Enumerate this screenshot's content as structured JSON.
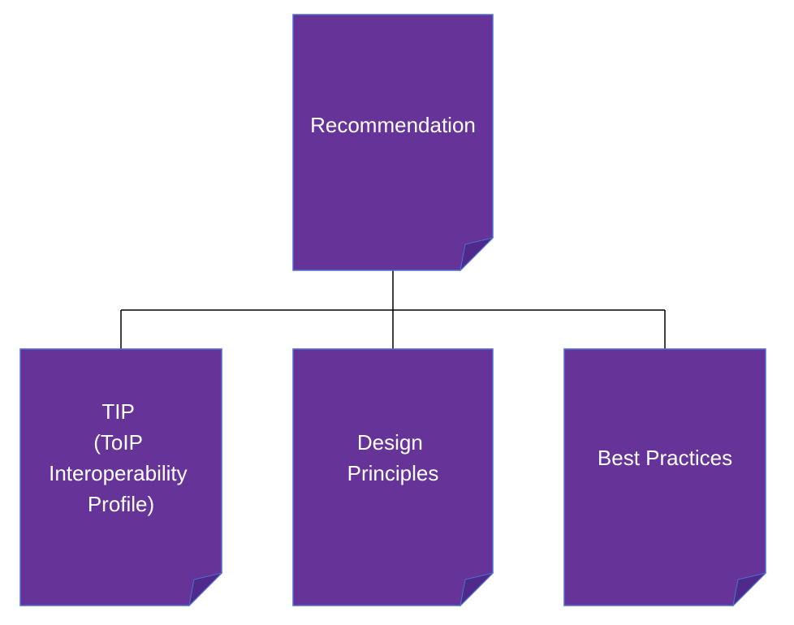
{
  "colors": {
    "document_fill": "#663399",
    "document_border": "#4a6fcf",
    "fold_fill": "#4f2a8a",
    "text": "#ffffff",
    "connector": "#000000"
  },
  "root": {
    "lines": [
      "Recommendation"
    ]
  },
  "children": [
    {
      "lines": [
        "TIP",
        "(ToIP",
        "Interoperability",
        "Profile)"
      ]
    },
    {
      "lines": [
        "Design",
        "Principles"
      ]
    },
    {
      "lines": [
        "Best Practices"
      ]
    }
  ]
}
